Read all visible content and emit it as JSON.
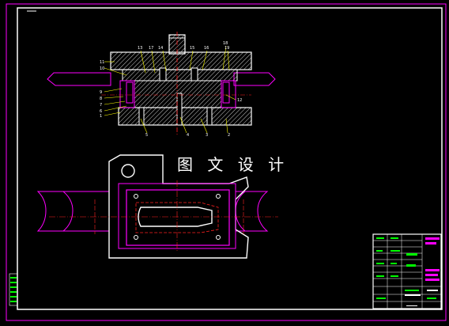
{
  "watermark": "图 文 设 计",
  "part_numbers_top": [
    "11",
    "10",
    "9",
    "8",
    "7",
    "6",
    "5",
    "4",
    "3",
    "2",
    "1",
    "13",
    "14",
    "15",
    "16",
    "17",
    "18",
    "19",
    "12"
  ],
  "colors": {
    "background": "#000000",
    "frame": "#ffffff",
    "outline": "#ff00ff",
    "centerline": "#ff2020",
    "leader": "#ffff00",
    "hatch": "#e0e0e0",
    "titleblock_green": "#00ff00"
  }
}
